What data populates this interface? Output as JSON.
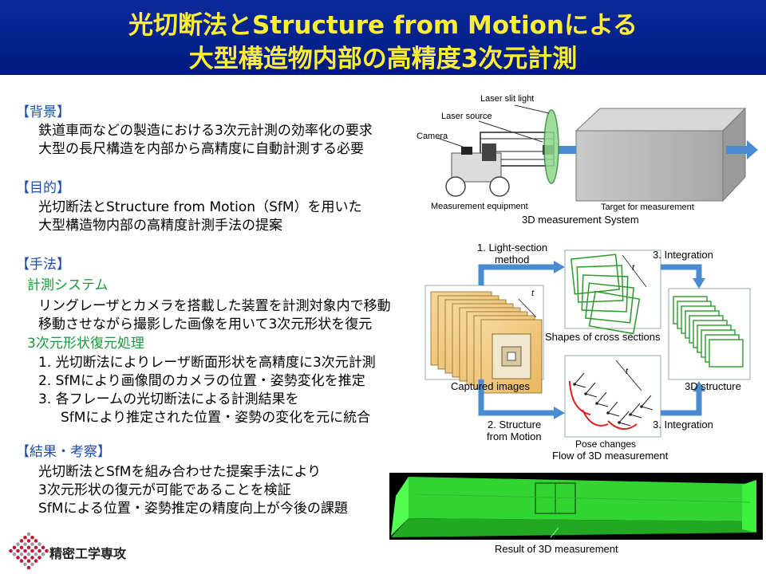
{
  "title": {
    "line1": "光切断法とStructure from Motionによる",
    "line2": "大型構造物内部の高精度3次元計測"
  },
  "sections": {
    "background": {
      "heading": "【背景】",
      "lines": [
        "鉄道車両などの製造における3次元計測の効率化の要求",
        "大型の長尺構造を内部から高精度に自動計測する必要"
      ]
    },
    "purpose": {
      "heading": "【目的】",
      "lines": [
        "光切断法とStructure from Motion（SfM）を用いた",
        "大型構造物内部の高精度計測手法の提案"
      ]
    },
    "method": {
      "heading": "【手法】",
      "system_heading": "計測システム",
      "system_lines": [
        "リングレーザとカメラを搭載した装置を計測対象内で移動",
        "移動させながら撮影した画像を用いて3次元形状を復元"
      ],
      "recon_heading": "3次元形状復元処理",
      "steps": [
        "1.  光切断法によりレーザ断面形状を高精度に3次元計測",
        "2.  SfMにより画像間のカメラの位置・姿勢変化を推定",
        "3.  各フレームの光切断法による計測結果を",
        "SfMにより推定された位置・姿勢の変化を元に統合"
      ]
    },
    "results": {
      "heading": "【結果・考察】",
      "lines": [
        "光切断法とSfMを組み合わせた提案手法により",
        "3次元形状の復元が可能であることを検証",
        "SfMによる位置・姿勢推定の精度向上が今後の課題"
      ]
    }
  },
  "system_figure": {
    "laser_slit_light": "Laser slit light",
    "laser_source": "Laser source",
    "camera": "Camera",
    "measurement_equipment": "Measurement equipment",
    "target": "Target for measurement",
    "caption": "3D measurement System"
  },
  "flow_figure": {
    "light_section_1": "1. Light-section",
    "light_section_2": "method",
    "integration_top": "3. Integration",
    "shapes_caption": "Shapes of cross sections",
    "captured_caption": "Captured images",
    "structure_caption": "3D structure",
    "sfm_1": "2. Structure",
    "sfm_2": "from Motion",
    "integration_bottom": "3. Integration",
    "pose_caption": "Pose changes",
    "flow_caption": "Flow of 3D measurement",
    "t_label": "t"
  },
  "result_figure": {
    "caption": "Result of 3D measurement"
  },
  "logo": {
    "text": "精密工学専攻"
  },
  "colors": {
    "title_bg": "#0a2a9a",
    "title_text": "#ffee33",
    "heading": "#1f4ea8",
    "subheading": "#1a9a3a",
    "arrow": "#4a8ccf",
    "laser_green": "#2a8a2a",
    "result_green": "#3ff03f"
  }
}
